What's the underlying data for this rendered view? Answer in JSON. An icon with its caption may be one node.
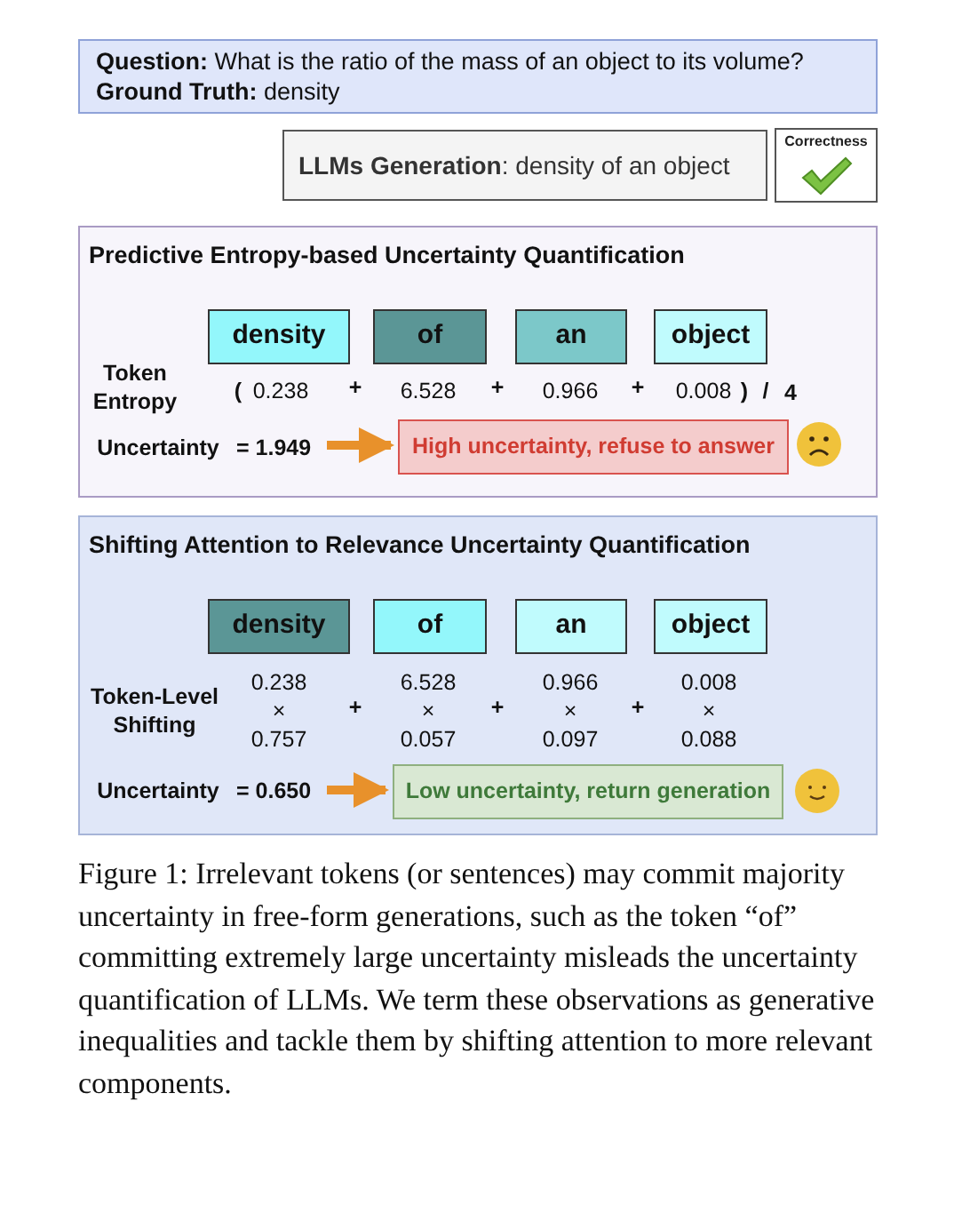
{
  "diagram": {
    "nodes": [
      {
        "text": [
          "**Question:** What is the ratio of the mass of an object to its volume?",
          "**Ground Truth:** density"
        ]
      },
      {
        "text": [
          "**LLMs Generation**: density of an object"
        ]
      },
      {
        "text": [
          "Correctness"
        ]
      },
      {
        "text": [
          "Predictive Entropy-based Uncertainty Quantification"
        ]
      },
      {
        "text": [
          "density"
        ],
        "in": 3
      },
      {
        "text": [
          "of"
        ],
        "in": 3
      },
      {
        "text": [
          "an"
        ],
        "in": 3
      },
      {
        "text": [
          "object"
        ],
        "in": 3
      },
      {
        "text": [
          "= 1.949"
        ],
        "in": 3
      },
      {
        "text": [
          "High uncertainty, refuse to answer"
        ],
        "in": 3
      },
      {
        "text": [
          "Shifting Attention to Relevance Uncertainty Quantification"
        ]
      },
      {
        "text": [
          "density"
        ],
        "in": 10
      },
      {
        "text": [
          "of"
        ],
        "in": 10
      },
      {
        "text": [
          "an"
        ],
        "in": 10
      },
      {
        "text": [
          "object"
        ],
        "in": 10
      },
      {
        "text": [
          "= 0.650"
        ],
        "in": 10
      },
      {
        "text": [
          "Low uncertainty, return generation"
        ],
        "in": 10
      }
    ],
    "edges": [
      {
        "from": 8,
        "to": 9,
        "arrow": "to"
      },
      {
        "from": 15,
        "to": 16,
        "arrow": "to"
      }
    ],
    "labels": [
      "Token Entropy",
      "(",
      "0.238",
      "+",
      "6.528",
      "+",
      "0.966",
      "+",
      "0.008",
      ")",
      "/",
      "4",
      "Uncertainty",
      "Token-Level Shifting",
      "0.238",
      "×",
      "0.757",
      "+",
      "6.528",
      "×",
      "0.057",
      "+",
      "0.966",
      "×",
      "0.097",
      "+",
      "0.008",
      "×",
      "0.088",
      "Uncertainty"
    ],
    "caption": "Figure 1: Irrelevant tokens (or sentences) may commit majority uncertainty in free-form generations, such as the token “of” committing extremely large uncertainty misleads the uncertainty quantification of LLMs. We term these observations as generative inequalities and tackle them by shifting attention to more relevant components."
  }
}
